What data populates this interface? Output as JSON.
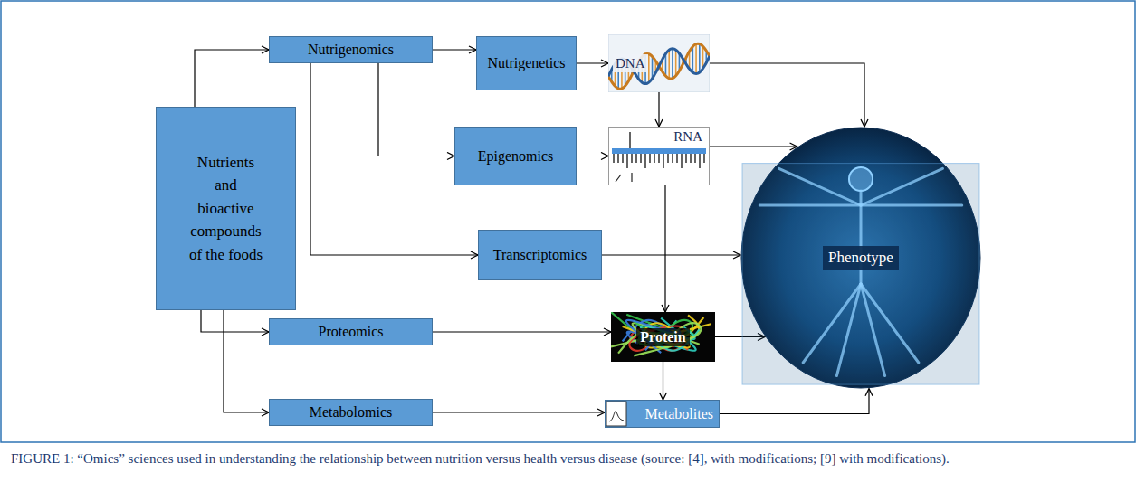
{
  "diagram": {
    "caption": "FIGURE 1: “Omics” sciences used in understanding the relationship between nutrition versus health versus disease (source: [4], with modifications; [9] with modifications).",
    "nodes": [
      {
        "text": [
          "Nutrients and bioactive compounds of the foods"
        ]
      },
      {
        "text": [
          "Nutrigenomics"
        ]
      },
      {
        "text": [
          "Nutrigenetics"
        ]
      },
      {
        "text": [
          "DNA"
        ]
      },
      {
        "text": [
          "Epigenomics"
        ]
      },
      {
        "text": [
          "RNA"
        ]
      },
      {
        "text": [
          "Transcriptomics"
        ]
      },
      {
        "text": [
          "Proteomics"
        ]
      },
      {
        "text": [
          "Protein"
        ]
      },
      {
        "text": [
          "Metabolomics"
        ]
      },
      {
        "text": [
          "Metabolites"
        ]
      },
      {
        "text": [
          "Phenotype"
        ]
      }
    ],
    "edges": [
      {
        "from": 0,
        "to": 1,
        "arrow": "to"
      },
      {
        "from": 1,
        "to": 2,
        "arrow": "to"
      },
      {
        "from": 1,
        "to": 4,
        "arrow": "to"
      },
      {
        "from": 1,
        "to": 6,
        "arrow": "to"
      },
      {
        "from": 2,
        "to": 3,
        "arrow": "to"
      },
      {
        "from": 3,
        "to": 5,
        "arrow": "to"
      },
      {
        "from": 3,
        "to": 11,
        "arrow": "to"
      },
      {
        "from": 4,
        "to": 5,
        "arrow": "to"
      },
      {
        "from": 5,
        "to": 11,
        "arrow": "to"
      },
      {
        "from": 5,
        "to": 8,
        "arrow": "to"
      },
      {
        "from": 6,
        "to": 11,
        "arrow": "to"
      },
      {
        "from": 0,
        "to": 7,
        "arrow": "to"
      },
      {
        "from": 0,
        "to": 9,
        "arrow": "to"
      },
      {
        "from": 7,
        "to": 8,
        "arrow": "to"
      },
      {
        "from": 8,
        "to": 11,
        "arrow": "to"
      },
      {
        "from": 8,
        "to": 10,
        "arrow": "to"
      },
      {
        "from": 9,
        "to": 10,
        "arrow": "to"
      },
      {
        "from": 10,
        "to": 11,
        "arrow": "to"
      }
    ]
  }
}
